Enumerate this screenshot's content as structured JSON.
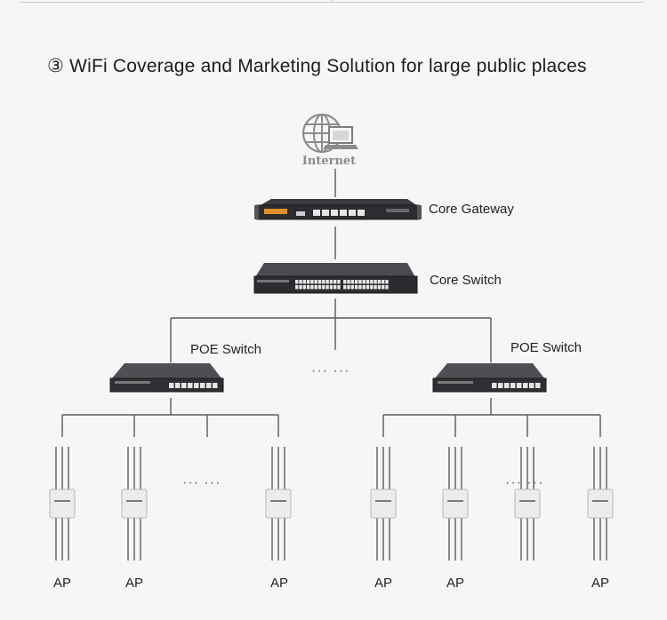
{
  "title": "③ WiFi Coverage and Marketing Solution for large public places",
  "internet": {
    "label": "Internet",
    "icon": "internet-globe-icon"
  },
  "core_gateway": {
    "label": "Core Gateway",
    "icon": "rack-gateway-icon"
  },
  "core_switch": {
    "label": "Core Switch",
    "icon": "rack-switch-icon"
  },
  "poe_switches": [
    {
      "label": "POE Switch",
      "icon": "poe-switch-icon"
    },
    {
      "label": "POE Switch",
      "icon": "poe-switch-icon"
    }
  ],
  "middle_ellipsis": "··· ···",
  "ap_ellipsis_left": "··· ···",
  "ap_ellipsis_right": "··· ···",
  "ap_label": "AP",
  "aps_left": [
    "AP",
    "AP",
    "AP"
  ],
  "aps_right": [
    "AP",
    "AP",
    "AP"
  ],
  "colors": {
    "line": "#555555",
    "device_body": "#2f3034",
    "port": "#e8e8e8",
    "ap_body": "#ececec"
  }
}
